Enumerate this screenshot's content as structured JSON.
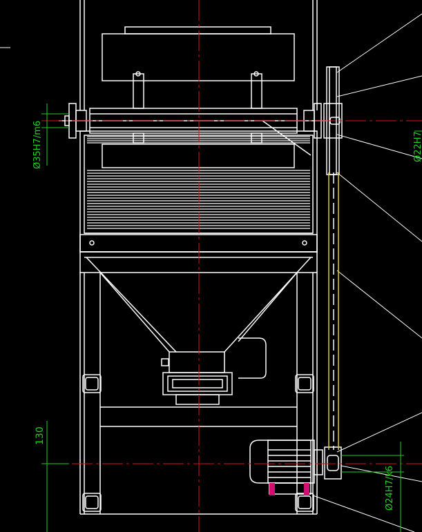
{
  "drawing": {
    "background": "#000000",
    "line_color": "#ffffff",
    "centerline_color": "#e01010",
    "dimension_color": "#20d020",
    "belt_color": "#e0d030",
    "bolt_color": "#d01070"
  },
  "dimensions": {
    "shaft_fit": "Ø35H7/m6",
    "pulley_fit_partial": "Ø22H7",
    "height": "130",
    "motor_shaft_fit": "Ø24H7/k6"
  }
}
